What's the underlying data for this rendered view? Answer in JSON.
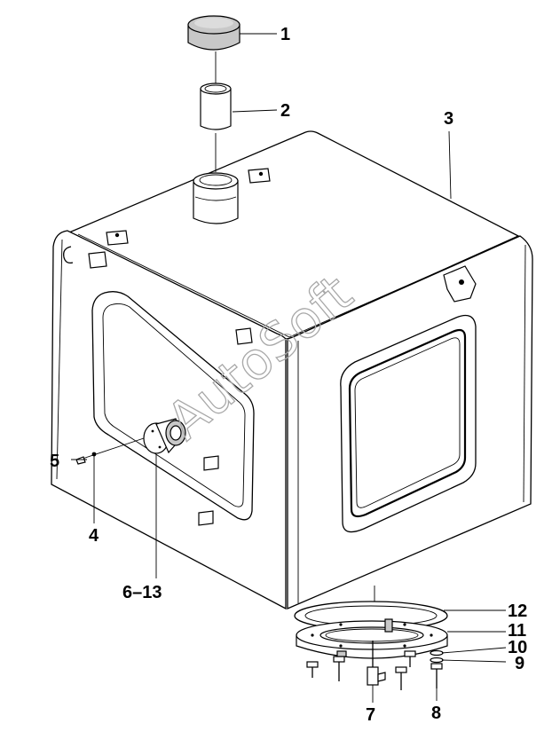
{
  "watermark": "AutoSoft",
  "callouts": {
    "c1": "1",
    "c2": "2",
    "c3": "3",
    "c4": "4",
    "c5": "5",
    "c6": "6–13",
    "c7": "7",
    "c8": "8",
    "c9": "9",
    "c10": "10",
    "c11": "11",
    "c12": "12"
  }
}
